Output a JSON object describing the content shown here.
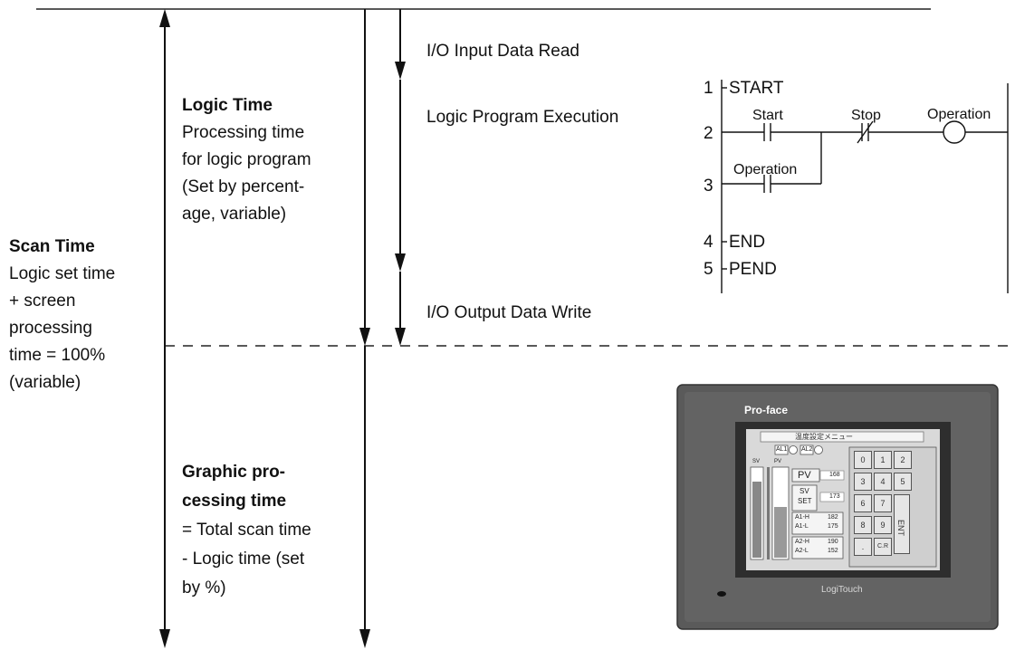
{
  "scan_time": {
    "title": "Scan Time",
    "lines": [
      "Logic set time",
      "+ screen",
      "processing",
      "time = 100%",
      "(variable)"
    ]
  },
  "logic_time": {
    "title": "Logic Time",
    "lines": [
      "Processing time",
      "for logic program",
      "(Set by percent-",
      "age, variable)"
    ]
  },
  "graphic_time": {
    "title_lines": [
      "Graphic pro-",
      "cessing time"
    ],
    "lines": [
      "= Total scan time",
      "- Logic time (set",
      "by %)"
    ]
  },
  "steps": {
    "input_read": "I/O Input Data Read",
    "logic_exec": "Logic Program Execution",
    "output_write": "I/O Output Data Write"
  },
  "ladder": {
    "rungs": [
      "1",
      "2",
      "3",
      "4",
      "5"
    ],
    "start_instr": "START",
    "end_instr": "END",
    "pend_instr": "PEND",
    "contact_start": "Start",
    "contact_stop": "Stop",
    "coil_operation": "Operation",
    "contact_operation": "Operation"
  },
  "device": {
    "brand": "Pro-face",
    "model": "LogiTouch",
    "screen_title": "温度設定メニュー",
    "alarm_1": "AL1",
    "alarm_2": "AL2",
    "bar_labels": [
      "SV",
      "PV"
    ],
    "pv_label": "PV",
    "pv_value": "168",
    "sv_label_1": "SV",
    "sv_label_2": "SET",
    "sv_value": "173",
    "a1h": "A1-H",
    "a1l": "A1-L",
    "a1h_value": "182",
    "a1l_value": "175",
    "a2h": "A2-H",
    "a2l": "A2-L",
    "a2h_value": "190",
    "a2l_value": "152",
    "keys": [
      "0",
      "1",
      "2",
      "3",
      "4",
      "5",
      "6",
      "7",
      "8",
      "9",
      ".",
      "C.R"
    ],
    "enter_key": "ENT"
  }
}
